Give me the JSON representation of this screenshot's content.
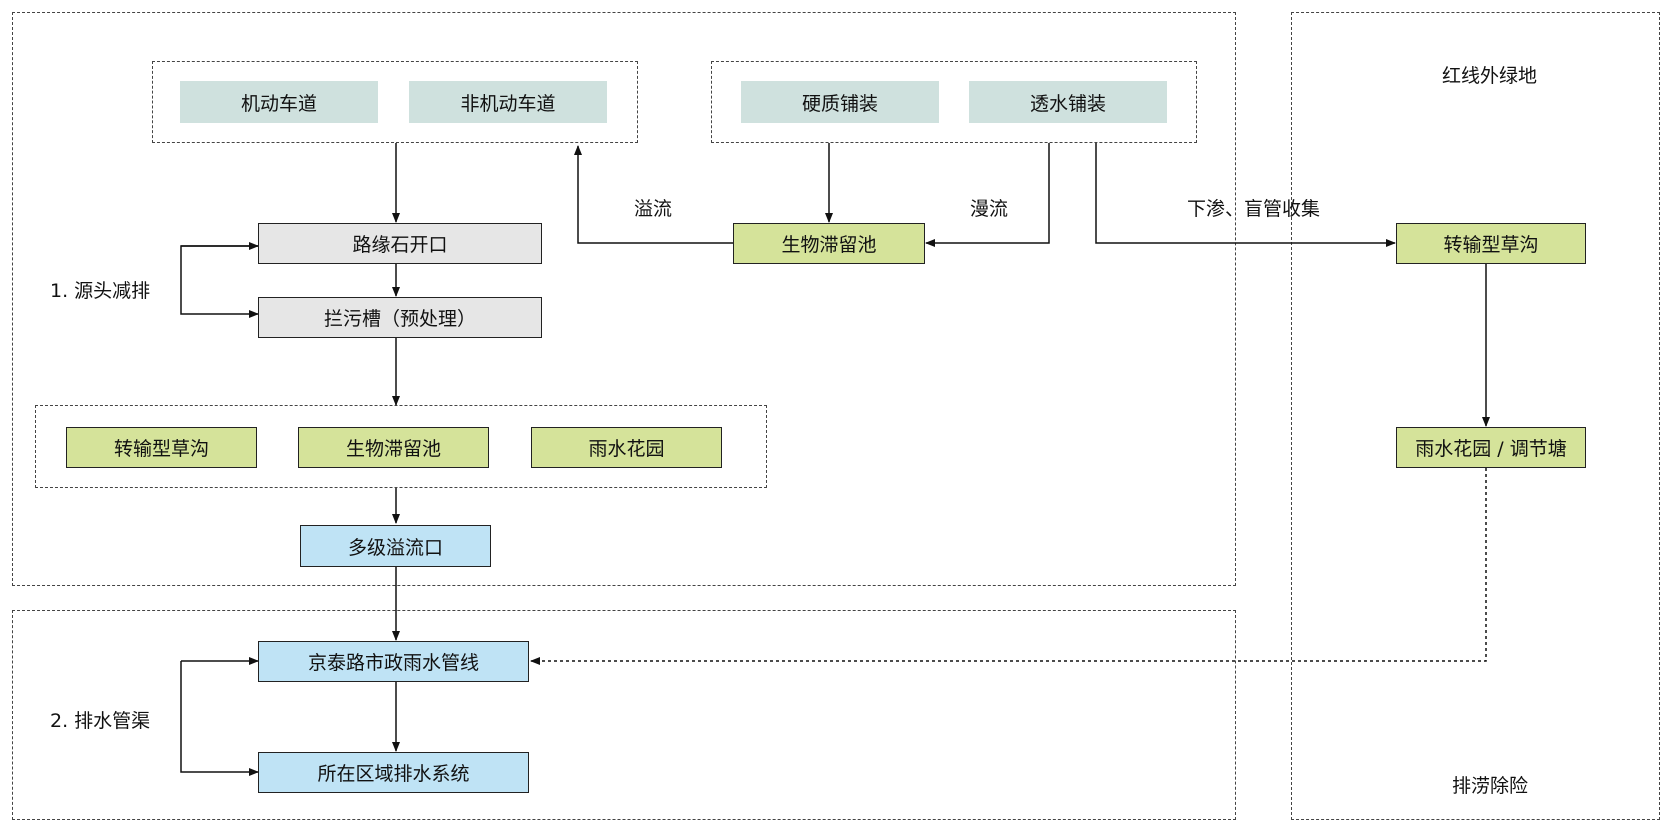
{
  "nodes": {
    "motor_lane": "机动车道",
    "nonmotor_lane": "非机动车道",
    "hard_paving": "硬质铺装",
    "permeable_paving": "透水铺装",
    "curb_opening": "路缘石开口",
    "pretreat_trough": "拦污槽（预处理）",
    "bioretention_top": "生物滞留池",
    "conveyance_swale_right": "转输型草沟",
    "rain_garden_pond": "雨水花园 / 调节塘",
    "conveyance_swale": "转输型草沟",
    "bioretention": "生物滞留池",
    "rain_garden": "雨水花园",
    "multi_overflow": "多级溢流口",
    "municipal_pipe": "京泰路市政雨水管线",
    "district_drainage": "所在区域排水系统"
  },
  "labels": {
    "overflow": "溢流",
    "sheet_flow": "漫流",
    "infiltration": "下渗、盲管收集",
    "source_reduction": "1. 源头减排",
    "drainage_channel": "2. 排水管渠",
    "green_outside": "红线外绿地",
    "flood_control": "排涝除险"
  },
  "colors": {
    "teal": "#cfe1de",
    "grey": "#e6e6e6",
    "green": "#d5e39a",
    "blue": "#bfe3f5"
  }
}
